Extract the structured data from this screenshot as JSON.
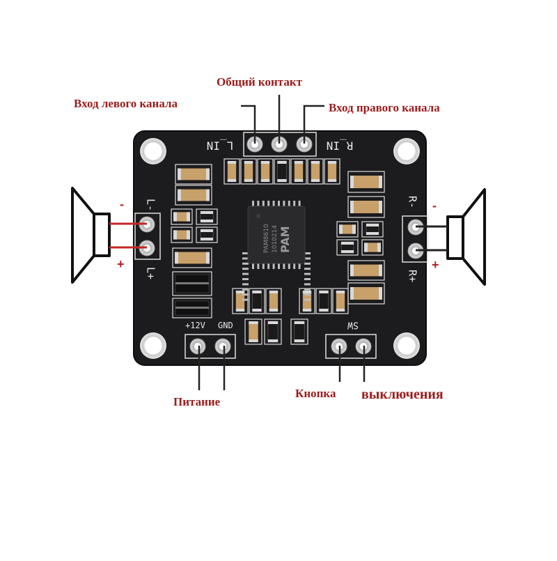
{
  "labels": {
    "common": "Общий контакт",
    "left_in": "Вход левого канала",
    "right_in": "Вход правого канала",
    "power": "Питание",
    "button": "Кнопка",
    "switch_off": "выключения"
  },
  "signs": {
    "left_minus": "-",
    "left_plus": "+",
    "right_minus": "-",
    "right_plus": "+"
  },
  "silkscreen": {
    "l_in": "L_IN",
    "r_in": "R_IN",
    "l_minus": "L-",
    "l_plus": "L+",
    "r_minus": "R-",
    "r_plus": "R+",
    "v12": "+12V",
    "gnd": "GND",
    "sw": "SW"
  },
  "chip_marking": {
    "logo": "PAM",
    "line1": "PAM8610",
    "line2": "1010214"
  },
  "colors": {
    "board": "#1c1c1e",
    "label_text": "#9b1b1b",
    "sign_text": "#b42020",
    "wire": "#c42626",
    "pointer": "#222222"
  }
}
